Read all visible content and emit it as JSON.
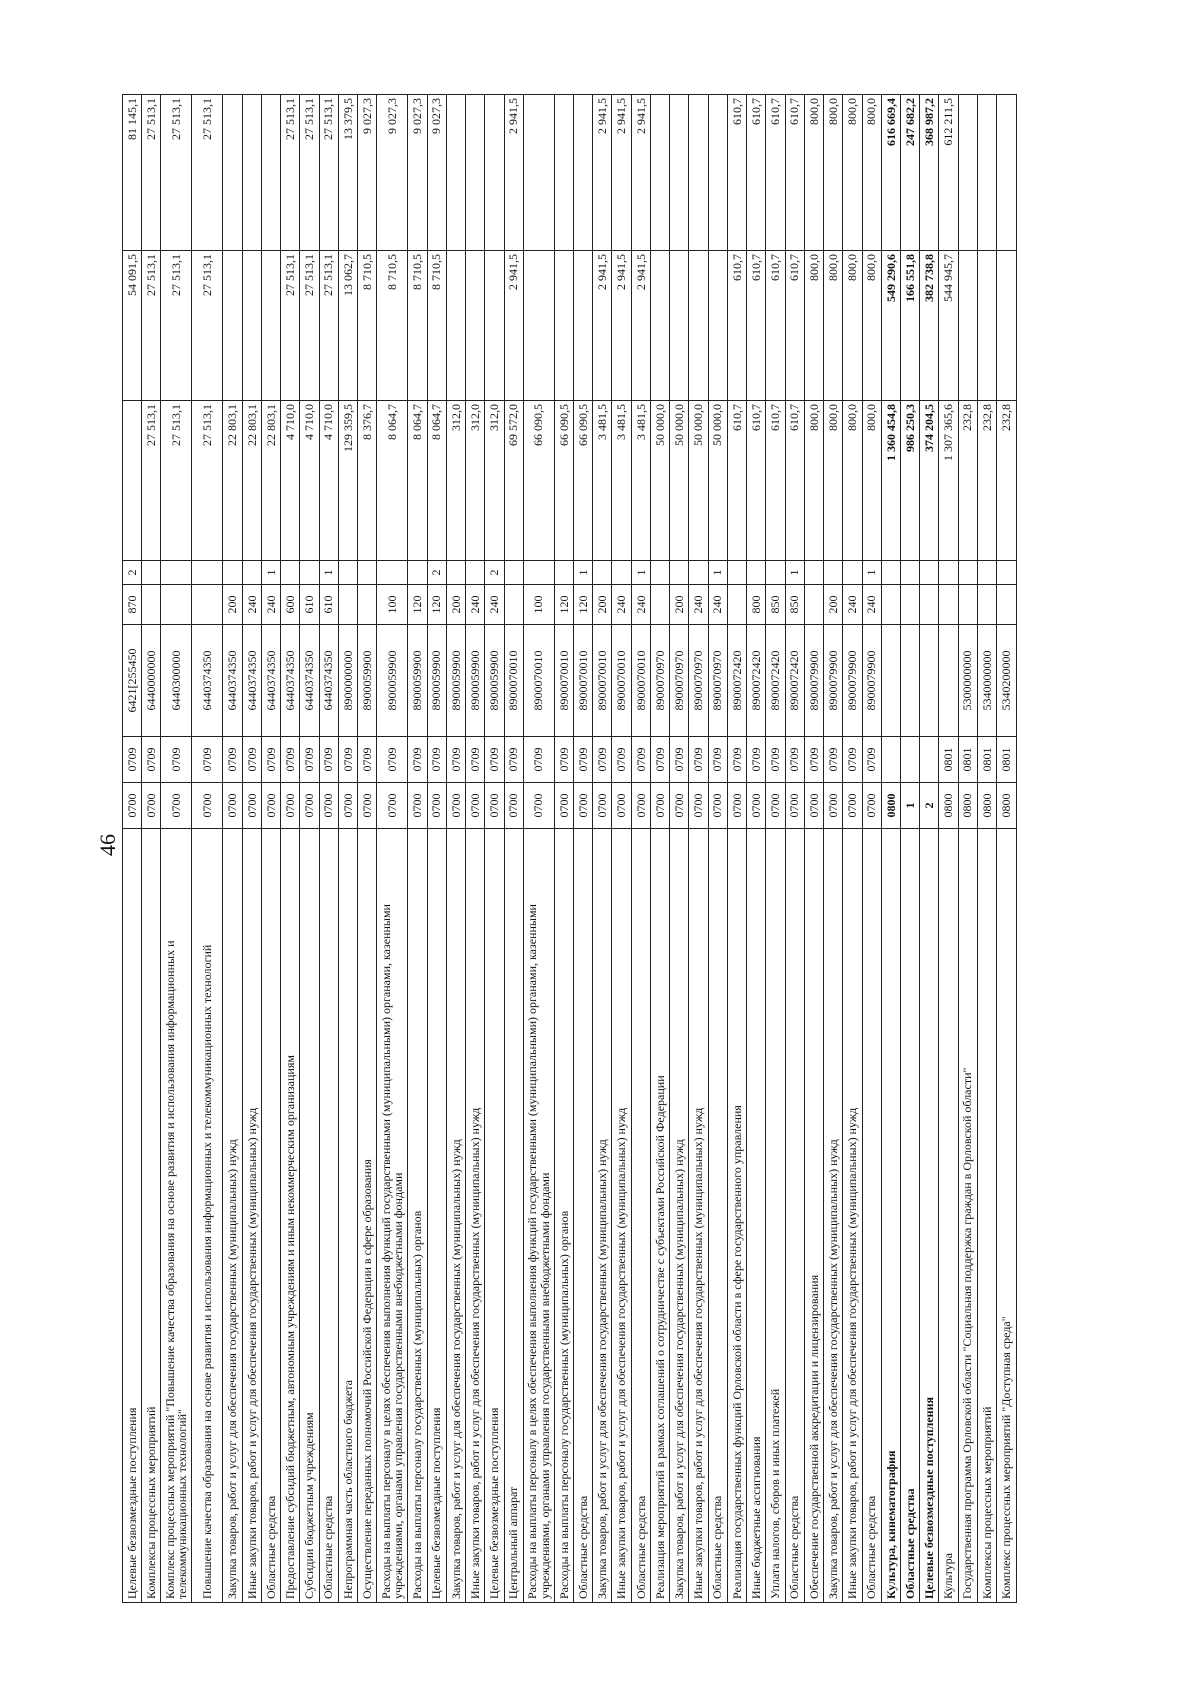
{
  "page_number": "46",
  "rows": [
    [
      "Целевые безвозмездные поступления",
      "0700",
      "0709",
      "6421[255450",
      "870",
      "2",
      "",
      "54 091,5",
      "81 145,1"
    ],
    [
      "Комплексы процессных мероприятий",
      "0700",
      "0709",
      "6440000000",
      "",
      "",
      "27 513,1",
      "27 513,1",
      "27 513,1"
    ],
    [
      "Комплекс процессных мероприятий \"Повышение качества образования на основе развития и использования информационных и телекоммуникационных технологий\"",
      "0700",
      "0709",
      "6440300000",
      "",
      "",
      "27 513,1",
      "27 513,1",
      "27 513,1"
    ],
    [
      "Повышение качества образования на основе развития и использования информационных и телекоммуникационных технологий",
      "0700",
      "0709",
      "6440374350",
      "",
      "",
      "27 513,1",
      "27 513,1",
      "27 513,1"
    ],
    [
      "Закупка товаров, работ и услуг для обеспечения государственных (муниципальных) нужд",
      "0700",
      "0709",
      "6440374350",
      "200",
      "",
      "22 803,1",
      "",
      ""
    ],
    [
      "Иные закупки товаров, работ и услуг для обеспечения государственных (муниципальных) нужд",
      "0700",
      "0709",
      "6440374350",
      "240",
      "",
      "22 803,1",
      "",
      ""
    ],
    [
      "Областные средства",
      "0700",
      "0709",
      "6440374350",
      "240",
      "1",
      "22 803,1",
      "",
      ""
    ],
    [
      "Предоставление субсидий бюджетным, автономным учреждениям и иным некоммерческим организациям",
      "0700",
      "0709",
      "6440374350",
      "600",
      "",
      "4 710,0",
      "27 513,1",
      "27 513,1"
    ],
    [
      "Субсидии бюджетным учреждениям",
      "0700",
      "0709",
      "6440374350",
      "610",
      "",
      "4 710,0",
      "27 513,1",
      "27 513,1"
    ],
    [
      "Областные средства",
      "0700",
      "0709",
      "6440374350",
      "610",
      "1",
      "4 710,0",
      "27 513,1",
      "27 513,1"
    ],
    [
      "Непрограммная часть областного бюджета",
      "0700",
      "0709",
      "8900000000",
      "",
      "",
      "129 359,5",
      "13 062,7",
      "13 379,5"
    ],
    [
      "Осуществление переданных полномочий Российской Федерации в сфере образования",
      "0700",
      "0709",
      "8900059900",
      "",
      "",
      "8 376,7",
      "8 710,5",
      "9 027,3"
    ],
    [
      "Расходы на выплаты персоналу в целях обеспечения выполнения функций государственными (муниципальными) органами, казенными учреждениями, органами управления государственными внебюджетными фондами",
      "0700",
      "0709",
      "8900059900",
      "100",
      "",
      "8 064,7",
      "8 710,5",
      "9 027,3"
    ],
    [
      "Расходы на выплаты персоналу государственных (муниципальных) органов",
      "0700",
      "0709",
      "8900059900",
      "120",
      "",
      "8 064,7",
      "8 710,5",
      "9 027,3"
    ],
    [
      "Целевые безвозмездные поступления",
      "0700",
      "0709",
      "8900059900",
      "120",
      "2",
      "8 064,7",
      "8 710,5",
      "9 027,3"
    ],
    [
      "Закупка товаров, работ и услуг для обеспечения государственных (муниципальных) нужд",
      "0700",
      "0709",
      "8900059900",
      "200",
      "",
      "312,0",
      "",
      ""
    ],
    [
      "Иные закупки товаров, работ и услуг для обеспечения государственных (муниципальных) нужд",
      "0700",
      "0709",
      "8900059900",
      "240",
      "",
      "312,0",
      "",
      ""
    ],
    [
      "Целевые безвозмездные поступления",
      "0700",
      "0709",
      "8900059900",
      "240",
      "2",
      "312,0",
      "",
      ""
    ],
    [
      "Центральный аппарат",
      "0700",
      "0709",
      "8900070010",
      "",
      "",
      "69 572,0",
      "2 941,5",
      "2 941,5"
    ],
    [
      "Расходы на выплаты персоналу в целях обеспечения выполнения функций государственными (муниципальными) органами, казенными учреждениями, органами управления государственными внебюджетными фондами",
      "0700",
      "0709",
      "8900070010",
      "100",
      "",
      "66 090,5",
      "",
      ""
    ],
    [
      "Расходы на выплаты персоналу государственных (муниципальных) органов",
      "0700",
      "0709",
      "8900070010",
      "120",
      "",
      "66 090,5",
      "",
      ""
    ],
    [
      "Областные средства",
      "0700",
      "0709",
      "8900070010",
      "120",
      "1",
      "66 090,5",
      "",
      ""
    ],
    [
      "Закупка товаров, работ и услуг для обеспечения государственных (муниципальных) нужд",
      "0700",
      "0709",
      "8900070010",
      "200",
      "",
      "3 481,5",
      "2 941,5",
      "2 941,5"
    ],
    [
      "Иные закупки товаров, работ и услуг для обеспечения государственных (муниципальных) нужд",
      "0700",
      "0709",
      "8900070010",
      "240",
      "",
      "3 481,5",
      "2 941,5",
      "2 941,5"
    ],
    [
      "Областные средства",
      "0700",
      "0709",
      "8900070010",
      "240",
      "1",
      "3 481,5",
      "2 941,5",
      "2 941,5"
    ],
    [
      "Реализация мероприятий в рамках соглашений о сотрудничестве с субъектами Российской Федерации",
      "0700",
      "0709",
      "8900070970",
      "",
      "",
      "50 000,0",
      "",
      ""
    ],
    [
      "Закупка товаров, работ и услуг для обеспечения государственных (муниципальных) нужд",
      "0700",
      "0709",
      "8900070970",
      "200",
      "",
      "50 000,0",
      "",
      ""
    ],
    [
      "Иные закупки товаров, работ и услуг для обеспечения государственных (муниципальных) нужд",
      "0700",
      "0709",
      "8900070970",
      "240",
      "",
      "50 000,0",
      "",
      ""
    ],
    [
      "Областные средства",
      "0700",
      "0709",
      "8900070970",
      "240",
      "1",
      "50 000,0",
      "",
      ""
    ],
    [
      "Реализация государственных функций Орловской области в сфере государственного управления",
      "0700",
      "0709",
      "8900072420",
      "",
      "",
      "610,7",
      "610,7",
      "610,7"
    ],
    [
      "Иные бюджетные ассигнования",
      "0700",
      "0709",
      "8900072420",
      "800",
      "",
      "610,7",
      "610,7",
      "610,7"
    ],
    [
      "Уплата налогов, сборов и иных платежей",
      "0700",
      "0709",
      "8900072420",
      "850",
      "",
      "610,7",
      "610,7",
      "610,7"
    ],
    [
      "Областные средства",
      "0700",
      "0709",
      "8900072420",
      "850",
      "1",
      "610,7",
      "610,7",
      "610,7"
    ],
    [
      "Обеспечение государственной аккредитации и лицензирования",
      "0700",
      "0709",
      "8900079900",
      "",
      "",
      "800,0",
      "800,0",
      "800,0"
    ],
    [
      "Закупка товаров, работ и услуг для обеспечения государственных (муниципальных) нужд",
      "0700",
      "0709",
      "8900079900",
      "200",
      "",
      "800,0",
      "800,0",
      "800,0"
    ],
    [
      "Иные закупки товаров, работ и услуг для обеспечения государственных (муниципальных) нужд",
      "0700",
      "0709",
      "8900079900",
      "240",
      "",
      "800,0",
      "800,0",
      "800,0"
    ],
    [
      "Областные средства",
      "0700",
      "0709",
      "8900079900",
      "240",
      "1",
      "800,0",
      "800,0",
      "800,0"
    ],
    [
      "Культура, кинематография",
      "0800",
      "",
      "",
      "",
      "",
      "1 360 454,8",
      "549 290,6",
      "616 669,4"
    ],
    [
      "Областные средства",
      "1",
      "",
      "",
      "",
      "",
      "986 250,3",
      "166 551,8",
      "247 682,2"
    ],
    [
      "Целевые безвозмездные поступления",
      "2",
      "",
      "",
      "",
      "",
      "374 204,5",
      "382 738,8",
      "368 987,2"
    ],
    [
      "Культура",
      "0800",
      "0801",
      "",
      "",
      "",
      "1 307 365,6",
      "544 945,7",
      "612 211,5"
    ],
    [
      "Государственная программа Орловской области \"Социальная поддержка граждан в Орловской области\"",
      "0800",
      "0801",
      "5300000000",
      "",
      "",
      "232,8",
      "",
      ""
    ],
    [
      "Комплексы процессных мероприятий",
      "0800",
      "0801",
      "5340000000",
      "",
      "",
      "232,8",
      "",
      ""
    ],
    [
      "Комплекс процессных мероприятий \"Доступная среда\"",
      "0800",
      "0801",
      "5340200000",
      "",
      "",
      "232,8",
      "",
      ""
    ]
  ]
}
